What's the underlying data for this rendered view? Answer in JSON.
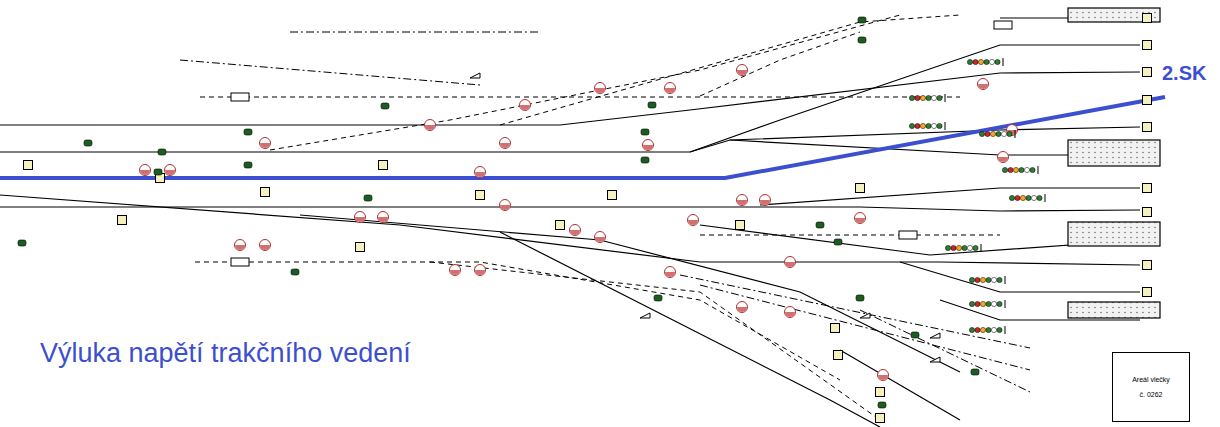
{
  "diagram": {
    "nodes": [
      {
        "text": [
          "Areál vlečky",
          "č. 0262"
        ]
      }
    ],
    "labels": [
      "2.SK",
      "Výluka napětí trakčního vedení"
    ]
  }
}
